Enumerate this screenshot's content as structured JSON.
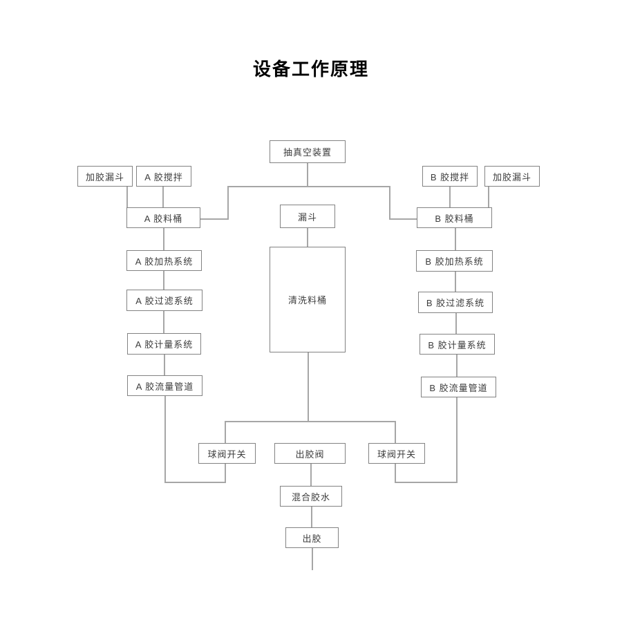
{
  "title": "设备工作原理",
  "nodes": {
    "vacuum": "抽真空装置",
    "funnel_a": "加胶漏斗",
    "stir_a": "A 胶搅拌",
    "stir_b": "B 胶搅拌",
    "funnel_b": "加胶漏斗",
    "barrel_a": "A 胶料桶",
    "funnel_mid": "漏斗",
    "barrel_b": "B 胶料桶",
    "heat_a": "A 胶加热系统",
    "filter_a": "A 胶过滤系统",
    "meter_a": "A 胶计量系统",
    "pipe_a": "A 胶流量管道",
    "wash_barrel": "清洗料桶",
    "heat_b": "B 胶加热系统",
    "filter_b": "B 胶过滤系统",
    "meter_b": "B 胶计量系统",
    "pipe_b": "B 胶流量管道",
    "valve_left": "球阀开关",
    "outlet_valve": "出胶阀",
    "valve_right": "球阀开关",
    "mix_glue": "混合胶水",
    "glue_out": "出胶"
  },
  "colors": {
    "box_border": "#828282",
    "connector_line": "#a6a6a6",
    "node_text": "#3c3c3c",
    "title_text": "#000000",
    "background": "#ffffff"
  }
}
